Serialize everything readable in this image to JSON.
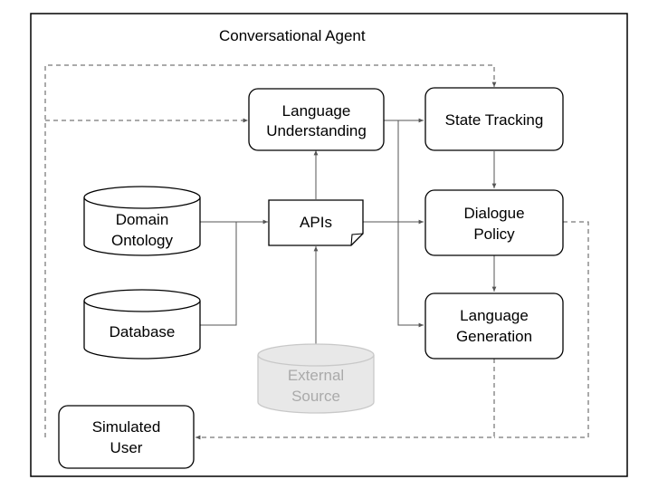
{
  "diagram": {
    "title": "Conversational Agent",
    "colors": {
      "stroke": "#000000",
      "line": "#555555",
      "external": "#c8c8c8",
      "external_fill": "#e8e8e8",
      "external_text": "#aaaaaa"
    },
    "nodes": {
      "language_understanding": [
        "Language",
        "Understanding"
      ],
      "state_tracking": [
        "State Tracking"
      ],
      "dialogue_policy": [
        "Dialogue",
        "Policy"
      ],
      "language_generation": [
        "Language",
        "Generation"
      ],
      "apis": [
        "APIs"
      ],
      "domain_ontology": [
        "Domain",
        "Ontology"
      ],
      "database": [
        "Database"
      ],
      "external_source": [
        "External",
        "Source"
      ],
      "simulated_user": [
        "Simulated",
        "User"
      ]
    }
  }
}
